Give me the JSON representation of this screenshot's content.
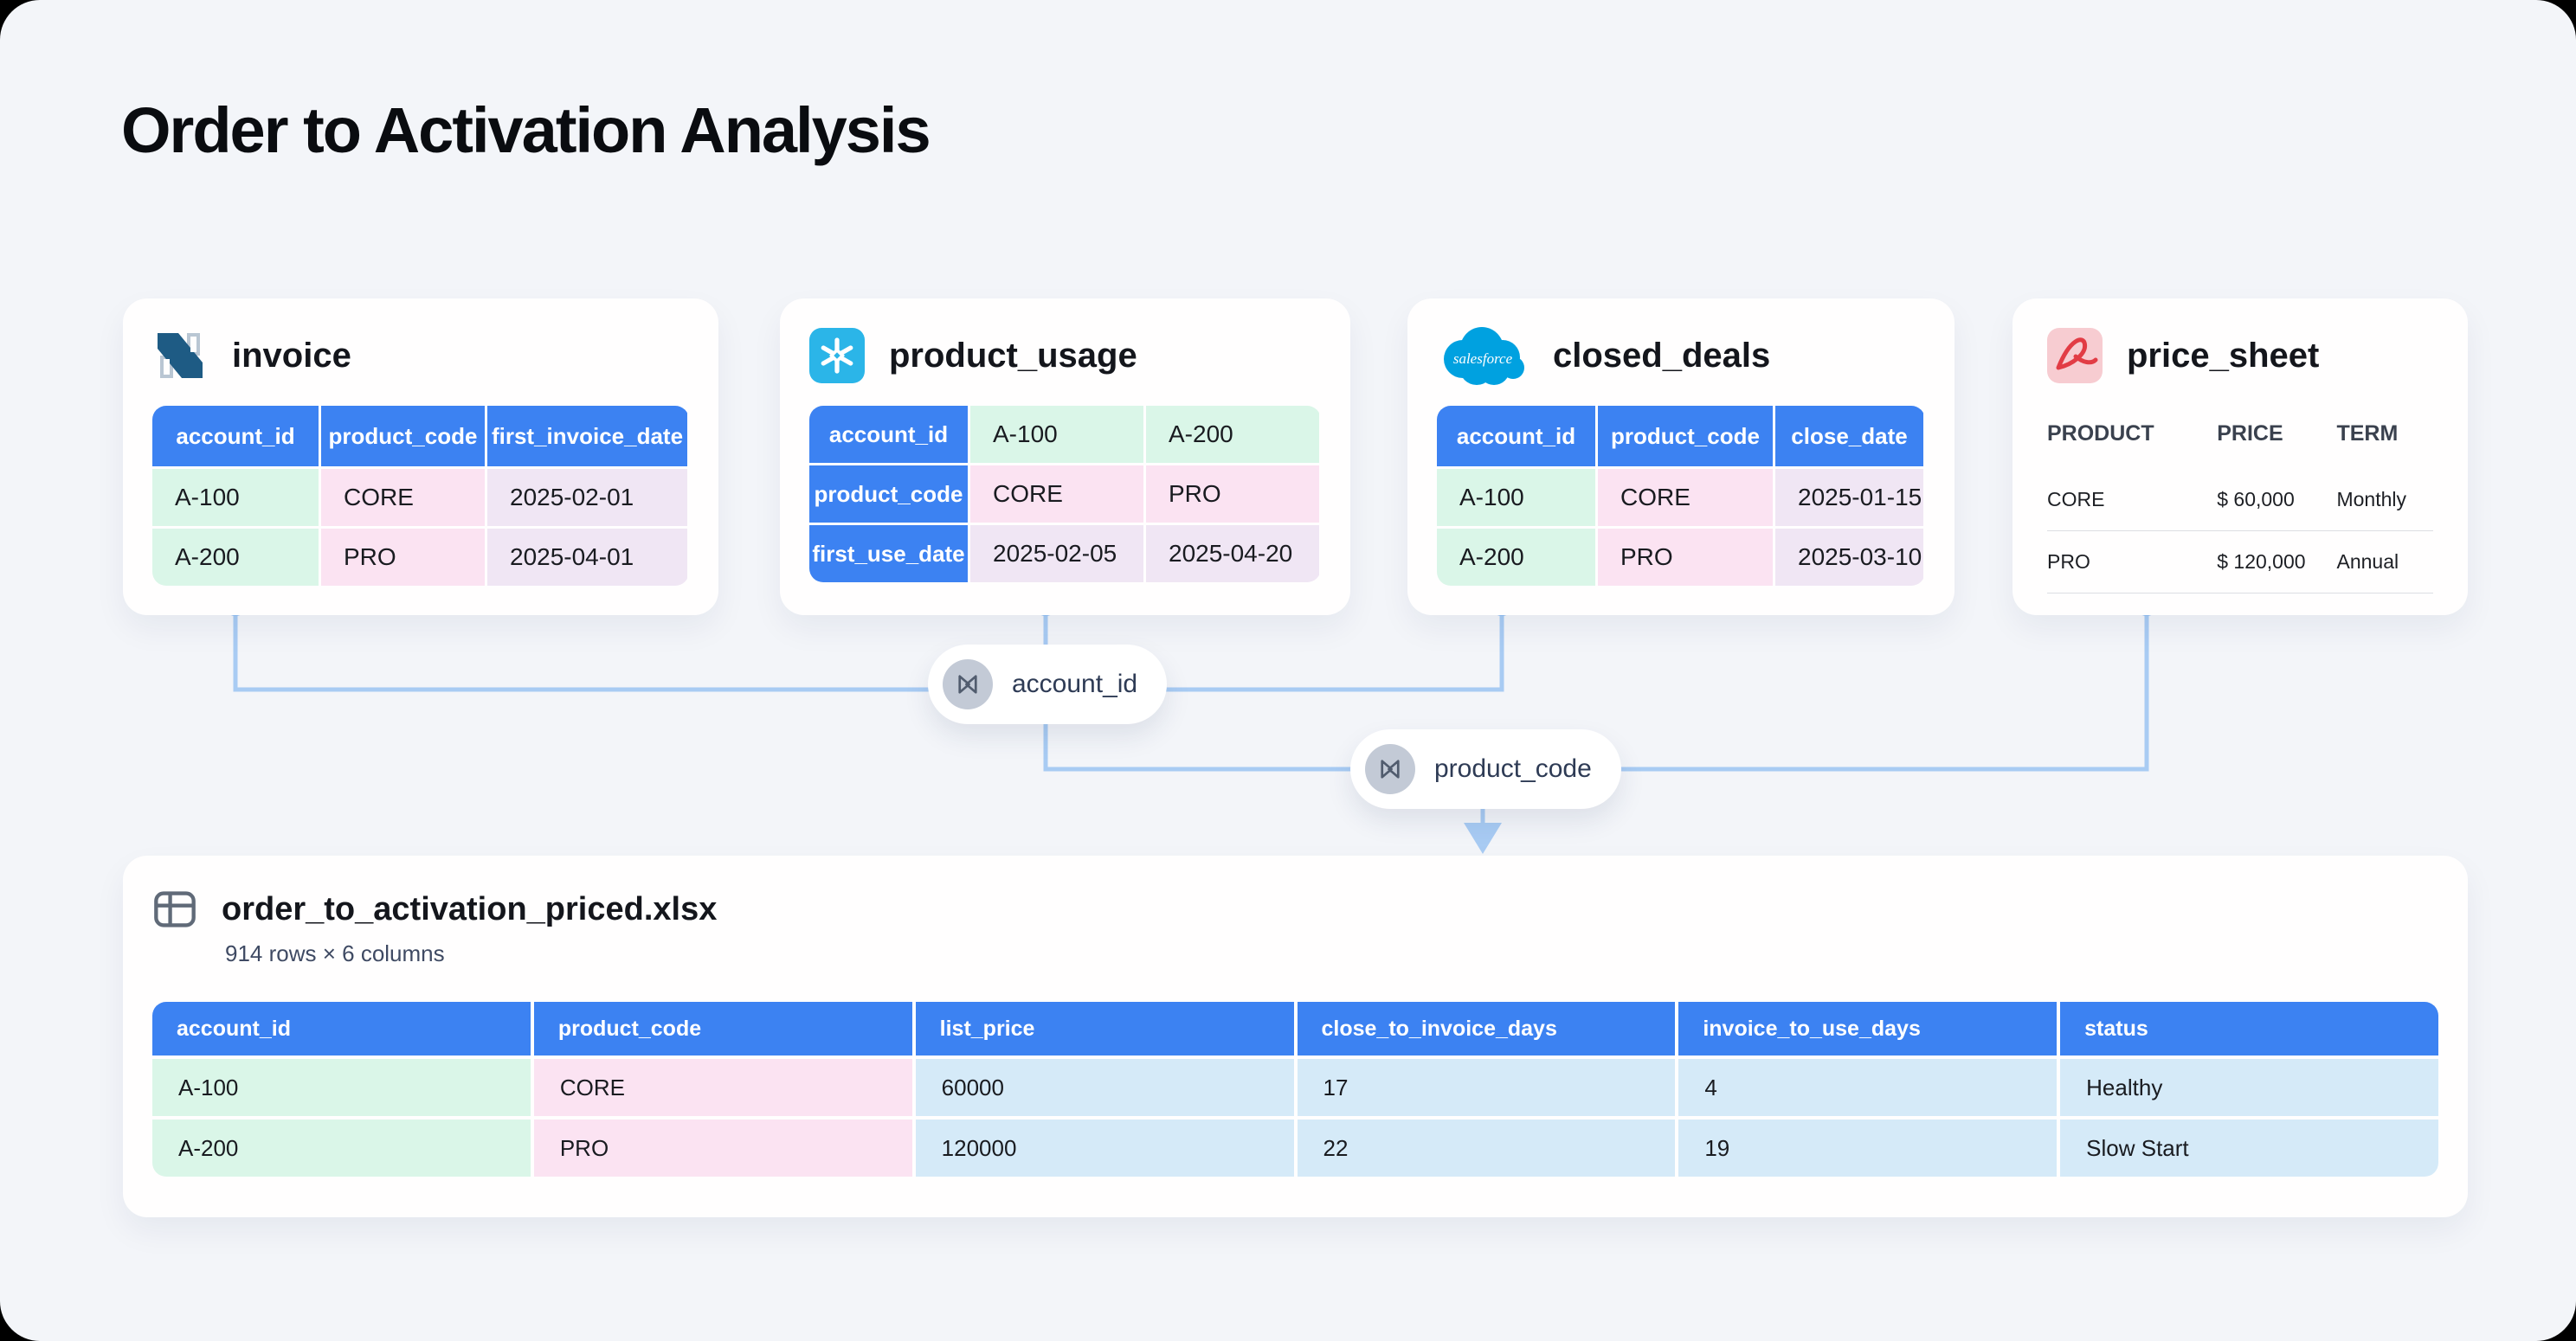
{
  "page": {
    "title": "Order to Activation Analysis"
  },
  "colors": {
    "page_bg": "#f3f5f9",
    "header_blue": "#3c82f2",
    "mint": "#daf6e8",
    "pink": "#fbe3f2",
    "lavender": "#f0e6f4",
    "light_blue": "#d5eaf8",
    "connector": "#a8cbf3",
    "netsuite_dark": "#1e5b84",
    "snowflake_cyan": "#2bb5e8",
    "salesforce_blue": "#00a1e0",
    "pdf_red": "#e23c45"
  },
  "sources": [
    {
      "name": "invoice",
      "icon": "netsuite-logo",
      "columns": [
        "account_id",
        "product_code",
        "first_invoice_date"
      ],
      "rows": [
        [
          "A-100",
          "CORE",
          "2025-02-01"
        ],
        [
          "A-200",
          "PRO",
          "2025-04-01"
        ]
      ]
    },
    {
      "name": "product_usage",
      "icon": "snowflake-logo",
      "orientation": "transposed",
      "fields": [
        {
          "label": "account_id",
          "values": [
            "A-100",
            "A-200"
          ]
        },
        {
          "label": "product_code",
          "values": [
            "CORE",
            "PRO"
          ]
        },
        {
          "label": "first_use_date",
          "values": [
            "2025-02-05",
            "2025-04-20"
          ]
        }
      ]
    },
    {
      "name": "closed_deals",
      "icon": "salesforce-logo",
      "salesforce_wordmark": "salesforce",
      "columns": [
        "account_id",
        "product_code",
        "close_date"
      ],
      "rows": [
        [
          "A-100",
          "CORE",
          "2025-01-15"
        ],
        [
          "A-200",
          "PRO",
          "2025-03-10"
        ]
      ]
    },
    {
      "name": "price_sheet",
      "icon": "pdf-logo",
      "columns": [
        "PRODUCT",
        "PRICE",
        "TERM"
      ],
      "rows": [
        [
          "CORE",
          "$ 60,000",
          "Monthly"
        ],
        [
          "PRO",
          "$ 120,000",
          "Annual"
        ]
      ]
    }
  ],
  "joins": [
    {
      "label": "account_id",
      "icon": "join-bowtie-icon"
    },
    {
      "label": "product_code",
      "icon": "join-bowtie-icon"
    }
  ],
  "output": {
    "icon": "spreadsheet-icon",
    "filename": "order_to_activation_priced.xlsx",
    "meta": "914 rows × 6 columns",
    "columns": [
      "account_id",
      "product_code",
      "list_price",
      "close_to_invoice_days",
      "invoice_to_use_days",
      "status"
    ],
    "rows": [
      [
        "A-100",
        "CORE",
        "60000",
        "17",
        "4",
        "Healthy"
      ],
      [
        "A-200",
        "PRO",
        "120000",
        "22",
        "19",
        "Slow Start"
      ]
    ]
  }
}
